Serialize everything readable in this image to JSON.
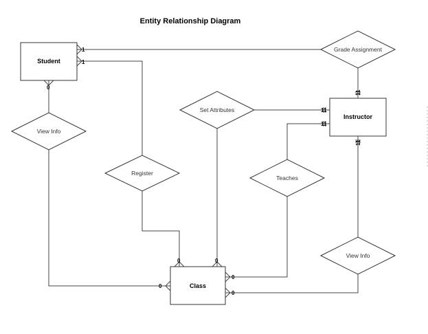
{
  "title": "Entity Relationship Diagram",
  "entities": {
    "student": "Student",
    "instructor": "Instructor",
    "class": "Class"
  },
  "relationships": {
    "grade_assignment": "Grade Assignment",
    "set_attributes": "Set Attributes",
    "view_info_student": "View Info",
    "register": "Register",
    "teaches": "Teaches",
    "view_info_instructor": "View Info"
  },
  "cardinalities": {
    "student_grade": "1",
    "student_register": "1",
    "student_viewinfo": "0",
    "instructor_grade": "11",
    "instructor_set": "11",
    "instructor_teaches": "11",
    "instructor_viewinfo": "11",
    "class_register": "0",
    "class_set": "0",
    "class_viewinfo_student": "0",
    "class_teaches": "0",
    "class_viewinfo_instructor": "0"
  }
}
